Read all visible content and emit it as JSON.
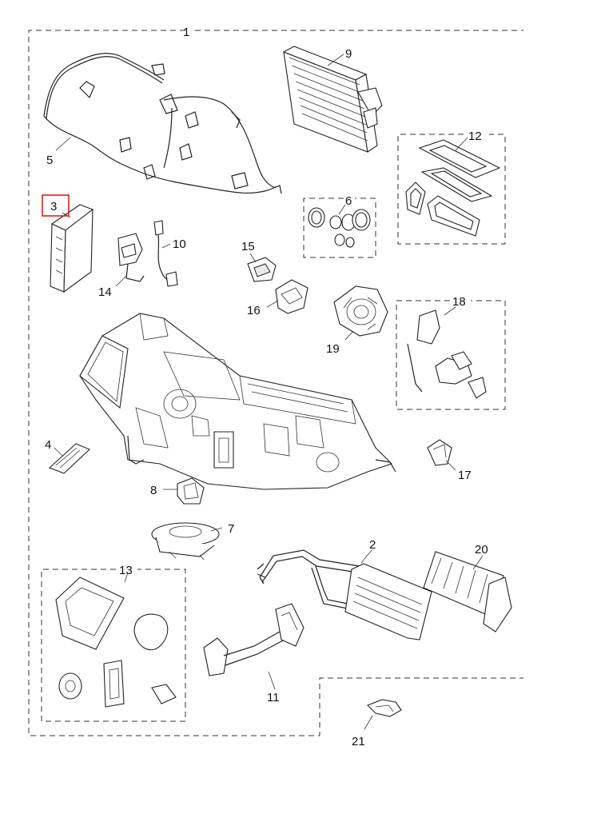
{
  "diagram": {
    "highlighted_callout": "3",
    "highlight_color": "#e02020",
    "callouts": {
      "c1": "1",
      "c2": "2",
      "c3": "3",
      "c4": "4",
      "c5": "5",
      "c6": "6",
      "c7": "7",
      "c8": "8",
      "c9": "9",
      "c10": "10",
      "c11": "11",
      "c12": "12",
      "c13": "13",
      "c14": "14",
      "c15": "15",
      "c16": "16",
      "c17": "17",
      "c18": "18",
      "c19": "19",
      "c20": "20",
      "c21": "21"
    }
  }
}
